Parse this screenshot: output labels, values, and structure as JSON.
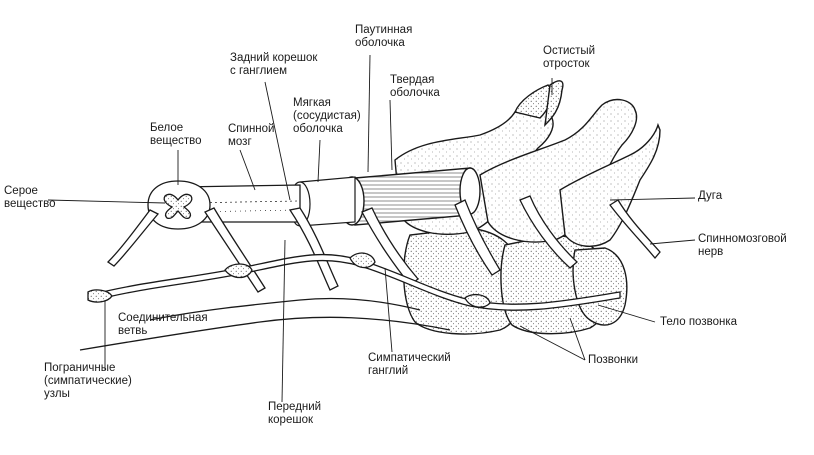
{
  "labels": {
    "gray_matter": [
      "Серое",
      "вещество"
    ],
    "white_matter": [
      "Белое",
      "вещество"
    ],
    "spinal_cord": [
      "Спинной",
      "мозг"
    ],
    "posterior_root": [
      "Задний корешок",
      "с  ганглием"
    ],
    "pia_mater": [
      "Мягкая",
      "(сосудистая)",
      "оболочка"
    ],
    "arachnoid": [
      "Паутинная",
      "оболочка"
    ],
    "dura_mater": [
      "Твердая",
      "оболочка"
    ],
    "spinous_process": [
      "Остистый",
      "отросток"
    ],
    "arch": [
      "Дуга"
    ],
    "spinal_nerve": [
      "Спинномозговой",
      "нерв"
    ],
    "vertebral_body": [
      "Тело позвонка"
    ],
    "vertebrae": [
      "Позвонки"
    ],
    "sympathetic_ganglion": [
      "Симпатический",
      "ганглий"
    ],
    "anterior_root": [
      "Передний",
      "корешок"
    ],
    "communicating_branch": [
      "Соединительная",
      "ветвь"
    ],
    "border_nodes": [
      "Пограничные",
      "(симпатические)",
      "узлы"
    ]
  },
  "colors": {
    "ink": "#1a1a1a",
    "fill": "#ffffff",
    "stipple": "#3a3a3a"
  }
}
